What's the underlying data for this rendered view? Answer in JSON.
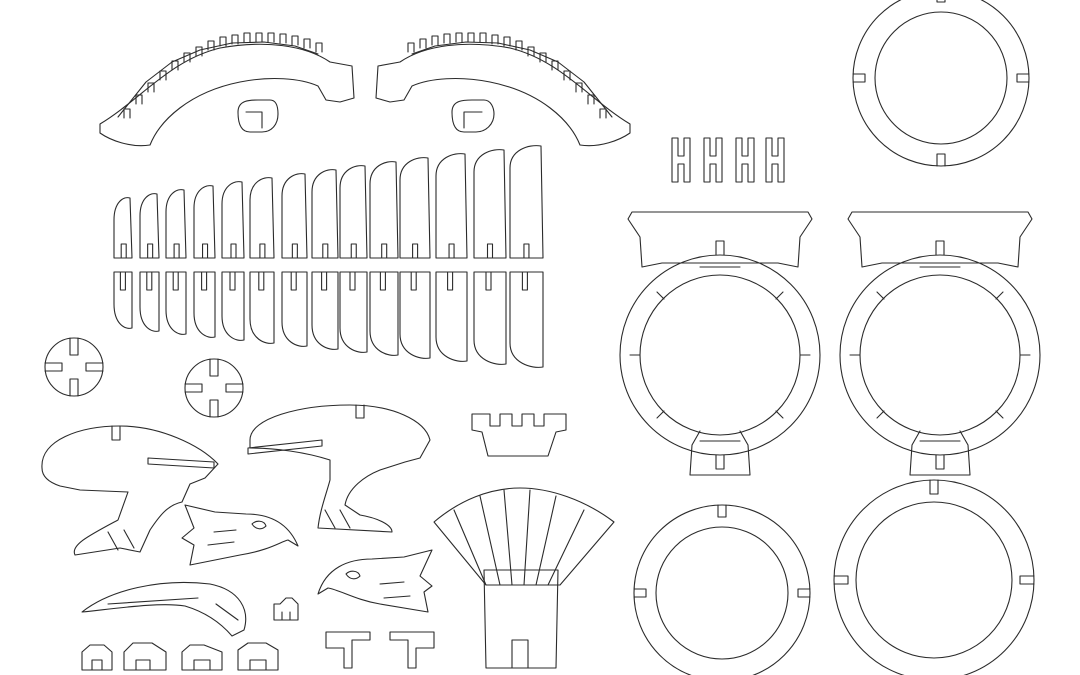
{
  "colors": {
    "stroke": "#2b2b2b",
    "background": "#ffffff"
  },
  "sheet": {
    "kind": "laser-cut nesting template",
    "parts": [
      "neck-crest-left",
      "neck-crest-right",
      "hook-left",
      "hook-right",
      "rib-row-upper",
      "rib-row-lower",
      "cross-disk-left",
      "cross-disk-right",
      "bird-body-left",
      "bird-body-right",
      "bird-head-left",
      "bird-head-right",
      "wing-small",
      "small-connectors",
      "comb-bracket",
      "tail-fan",
      "h-connectors",
      "ring-top",
      "ring-frame-left",
      "ring-frame-right",
      "ring-bottom-left",
      "ring-bottom-right"
    ]
  }
}
